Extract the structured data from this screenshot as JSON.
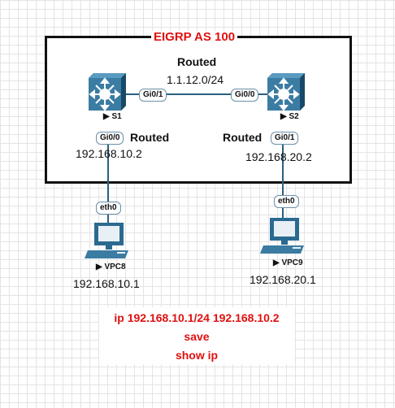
{
  "diagram": {
    "title": "EIGRP AS 100",
    "link": {
      "label_top": "Routed",
      "subnet": "1.1.12.0/24"
    },
    "s1": {
      "name": "S1",
      "port_link": "Gi0/1",
      "port_down": "Gi0/0",
      "routed": "Routed",
      "ip": "192.168.10.2"
    },
    "s2": {
      "name": "S2",
      "port_link": "Gi0/0",
      "port_down": "Gi0/1",
      "routed": "Routed",
      "ip": "192.168.20.2"
    },
    "vpc8": {
      "name": "VPC8",
      "port": "eth0",
      "ip": "192.168.10.1"
    },
    "vpc9": {
      "name": "VPC9",
      "port": "eth0",
      "ip": "192.168.20.1"
    },
    "commands": [
      "ip 192.168.10.1/24 192.168.10.2",
      "save",
      "show ip"
    ]
  },
  "colors": {
    "accent": "#e01010",
    "switch": "#2b6a90",
    "port_border": "#6a8fa8"
  }
}
